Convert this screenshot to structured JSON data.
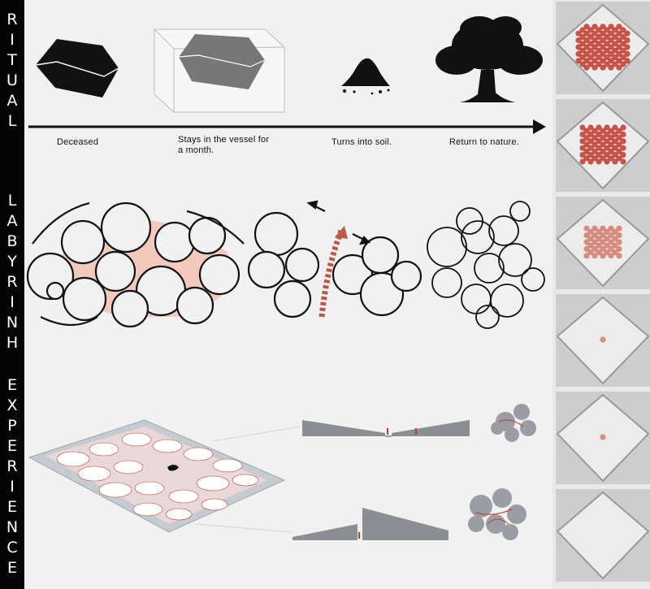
{
  "sidebar": {
    "words": [
      {
        "text": "RITUAL",
        "letters": [
          "R",
          "I",
          "T",
          "U",
          "A",
          "L"
        ]
      },
      {
        "text": "LABYRINH",
        "letters": [
          "L",
          "A",
          "B",
          "Y",
          "R",
          "I",
          "N",
          "H"
        ]
      },
      {
        "text": "EXPERIENCE",
        "letters": [
          "E",
          "X",
          "P",
          "E",
          "R",
          "I",
          "E",
          "N",
          "C",
          "E"
        ]
      }
    ]
  },
  "timeline": {
    "steps": [
      {
        "label": "Deceased",
        "icon": "coffin-icon"
      },
      {
        "label": "Stays in the vessel for\na month.",
        "icon": "vessel-icon"
      },
      {
        "label": "Turns into soil.",
        "icon": "soil-pile-icon"
      },
      {
        "label": "Return to nature.",
        "icon": "tree-icon"
      }
    ]
  },
  "colors": {
    "sidebar_bg": "#050505",
    "accent_red": "#c0392b",
    "pink_path": "#e8a89a",
    "panel_gray": "#cdcdcd",
    "ink": "#111111"
  },
  "side_panels": [
    {
      "name": "site-plan-1",
      "fill_density": 1.0
    },
    {
      "name": "site-plan-2",
      "fill_density": 0.85
    },
    {
      "name": "site-plan-3",
      "fill_density": 0.7
    },
    {
      "name": "site-plan-4",
      "fill_density": 0.15
    },
    {
      "name": "site-plan-5",
      "fill_density": 0.03
    },
    {
      "name": "site-plan-6",
      "fill_density": 0.0
    }
  ]
}
